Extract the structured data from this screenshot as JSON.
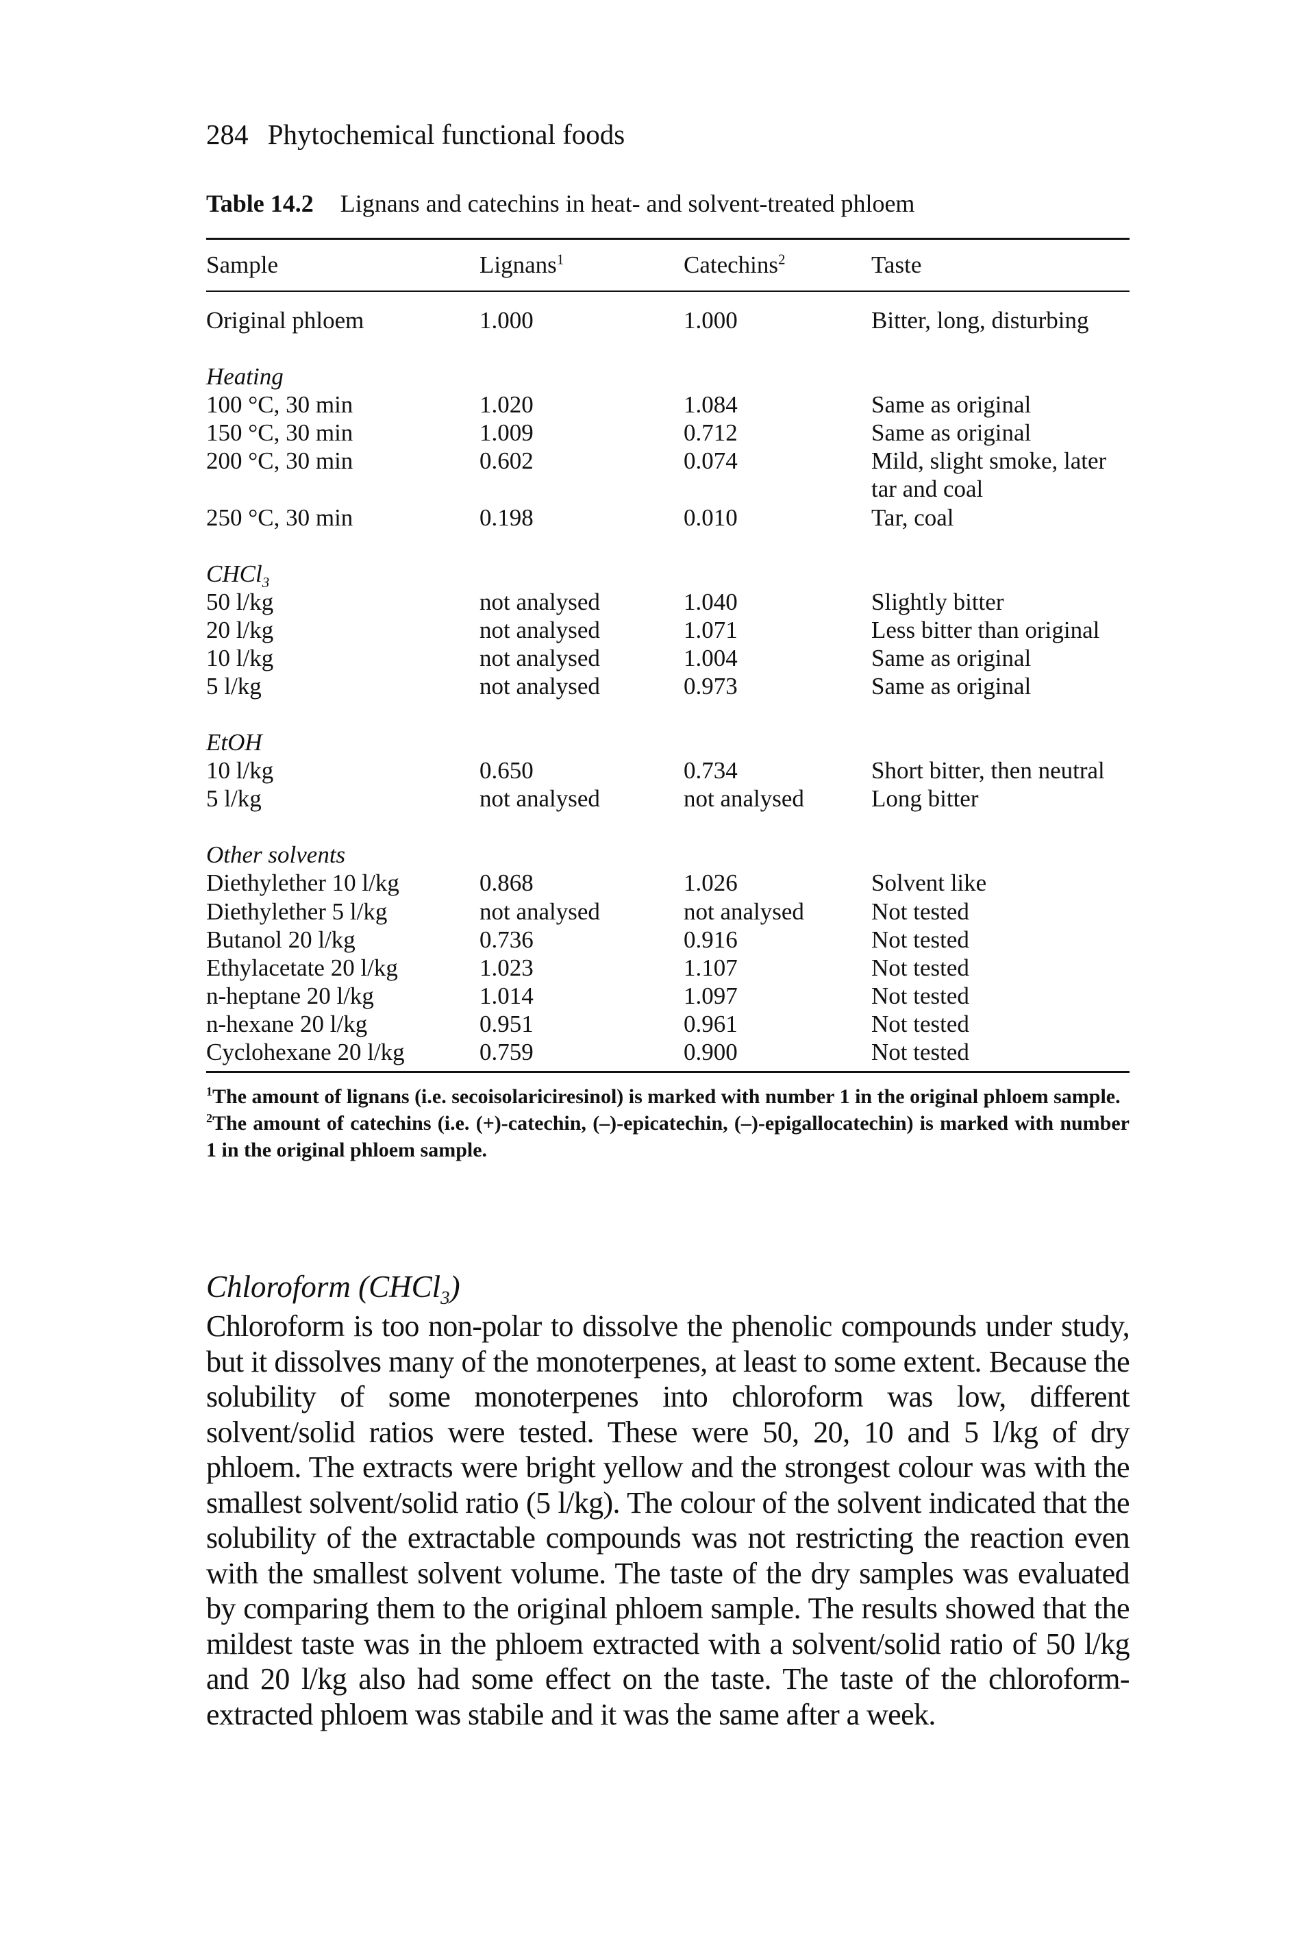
{
  "running_head": {
    "page_number": "284",
    "title": "Phytochemical functional foods"
  },
  "table": {
    "label": "Table 14.2",
    "title": "Lignans and catechins in heat- and solvent-treated phloem",
    "headers": {
      "sample": "Sample",
      "lignans": "Lignans",
      "lignans_sup": "1",
      "catechins": "Catechins",
      "catechins_sup": "2",
      "taste": "Taste"
    },
    "rows": [
      {
        "sample": "Original phloem",
        "lignans": "1.000",
        "catechins": "1.000",
        "taste": "Bitter, long, disturbing"
      },
      {
        "group": "Heating"
      },
      {
        "sample": "100 °C, 30 min",
        "lignans": "1.020",
        "catechins": "1.084",
        "taste": "Same as original"
      },
      {
        "sample": "150 °C, 30 min",
        "lignans": "1.009",
        "catechins": "0.712",
        "taste": "Same as original"
      },
      {
        "sample": "200 °C, 30 min",
        "lignans": "0.602",
        "catechins": "0.074",
        "taste": "Mild, slight smoke, later"
      },
      {
        "taste": "tar and coal"
      },
      {
        "sample": "250 °C, 30 min",
        "lignans": "0.198",
        "catechins": "0.010",
        "taste": "Tar, coal"
      },
      {
        "group": "CHCl",
        "group_sub": "3"
      },
      {
        "sample": "50 l/kg",
        "lignans": "not analysed",
        "catechins": "1.040",
        "taste": "Slightly bitter"
      },
      {
        "sample": "20 l/kg",
        "lignans": "not analysed",
        "catechins": "1.071",
        "taste": "Less bitter than original"
      },
      {
        "sample": "10 l/kg",
        "lignans": "not analysed",
        "catechins": "1.004",
        "taste": "Same as original"
      },
      {
        "sample": "5 l/kg",
        "lignans": "not analysed",
        "catechins": "0.973",
        "taste": "Same as original"
      },
      {
        "group": "EtOH"
      },
      {
        "sample": "10 l/kg",
        "lignans": "0.650",
        "catechins": "0.734",
        "taste": "Short bitter, then neutral"
      },
      {
        "sample": "5 l/kg",
        "lignans": "not analysed",
        "catechins": "not analysed",
        "taste": "Long bitter"
      },
      {
        "group": "Other solvents"
      },
      {
        "sample": "Diethylether 10 l/kg",
        "lignans": "0.868",
        "catechins": "1.026",
        "taste": "Solvent like"
      },
      {
        "sample": "Diethylether 5 l/kg",
        "lignans": "not analysed",
        "catechins": "not analysed",
        "taste": "Not tested"
      },
      {
        "sample": "Butanol 20 l/kg",
        "lignans": "0.736",
        "catechins": "0.916",
        "taste": "Not tested"
      },
      {
        "sample": "Ethylacetate 20 l/kg",
        "lignans": "1.023",
        "catechins": "1.107",
        "taste": "Not tested"
      },
      {
        "sample": "n-heptane 20 l/kg",
        "lignans": "1.014",
        "catechins": "1.097",
        "taste": "Not tested"
      },
      {
        "sample": "n-hexane 20 l/kg",
        "lignans": "0.951",
        "catechins": "0.961",
        "taste": "Not tested"
      },
      {
        "sample": "Cyclohexane 20 l/kg",
        "lignans": "0.759",
        "catechins": "0.900",
        "taste": "Not tested"
      }
    ],
    "footnotes": [
      {
        "mark": "1",
        "text": "The amount of lignans (i.e. secoisolariciresinol) is marked with number 1 in the original phloem sample."
      },
      {
        "mark": "2",
        "text": "The amount of catechins (i.e. (+)-catechin, (–)-epicatechin, (–)-epigallocatechin) is marked with number 1 in the original phloem sample."
      }
    ]
  },
  "section": {
    "title": "Chloroform (CHCl",
    "title_sub": "3",
    "title_end": ")",
    "body": "Chloroform is too non-polar to dissolve the phenolic compounds under study, but it dissolves many of the monoterpenes, at least to some extent. Because the solubility of some monoterpenes into chloroform was low, different solvent/solid ratios were tested. These were 50, 20, 10 and 5 l/kg of dry phloem. The extracts were bright yellow and the strongest colour was with the smallest solvent/solid ratio (5 l/kg). The colour of the solvent indicated that the solubility of the extractable compounds was not restricting the reaction even with the smallest solvent volume. The taste of the dry samples was evaluated by comparing them to the original phloem sample. The results showed that the mildest taste was in the phloem extracted with a solvent/solid ratio of 50 l/kg and 20 l/kg also had some effect on the taste. The taste of the chloroform-extracted phloem was stabile and it was the same after a week."
  }
}
